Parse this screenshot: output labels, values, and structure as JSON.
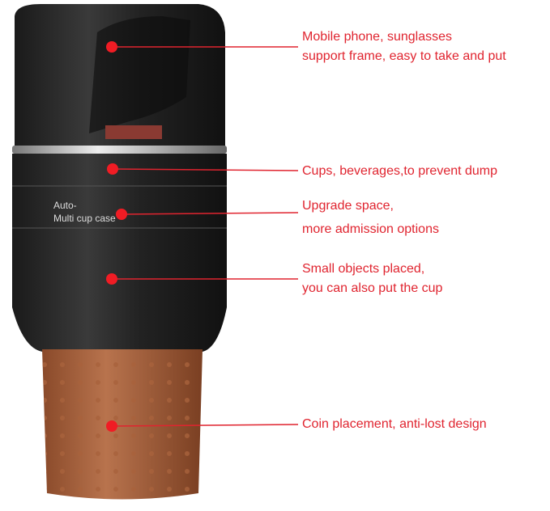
{
  "product_print": {
    "line1": "Auto-",
    "line2": "Multi cup case"
  },
  "accent_color": "#e0242f",
  "callouts": [
    {
      "lines": [
        "Mobile phone, sunglasses",
        "support frame, easy to take and put"
      ]
    },
    {
      "lines": [
        "Cups, beverages,to prevent dump"
      ]
    },
    {
      "lines": [
        "Upgrade space,",
        "more admission options"
      ]
    },
    {
      "lines": [
        "Small objects placed,",
        "you can also put the cup"
      ]
    },
    {
      "lines": [
        "Coin placement, anti-lost design"
      ]
    }
  ]
}
